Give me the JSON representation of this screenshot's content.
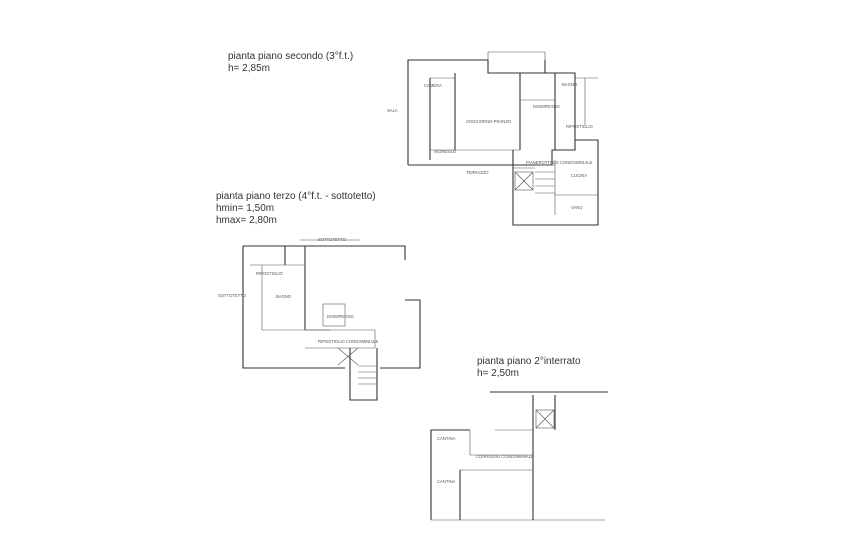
{
  "plans": [
    {
      "title": "pianta piano secondo (3°f.t.)",
      "height": "h= 2,85m",
      "rooms": [
        "CAMERA",
        "SALA",
        "DISIMPEGNO",
        "BAGNO",
        "RIPOSTIGLIO",
        "SOGGIORNO-PRANZO",
        "INGRESSO",
        "TERRAZZO",
        "PIANEROTTOLO CONDOMINIALE",
        "CUCINA",
        "VANO"
      ]
    },
    {
      "title": "pianta piano terzo (4°f.t. - sottotetto)",
      "height_min": "hmin= 1,50m",
      "height_max": "hmax= 2,80m",
      "rooms": [
        "SOTTOTETTO",
        "RIPOSTIGLIO",
        "BAGNO",
        "SOTTOTETTO",
        "DISIMPEGNO",
        "RIPOSTIGLIO CONDOMINIALE"
      ]
    },
    {
      "title": "pianta piano 2°interrato",
      "height": "h= 2,50m",
      "rooms": [
        "CANTINA",
        "CORRIDOIO CONDOMINIALE",
        "CANTINA"
      ]
    }
  ]
}
